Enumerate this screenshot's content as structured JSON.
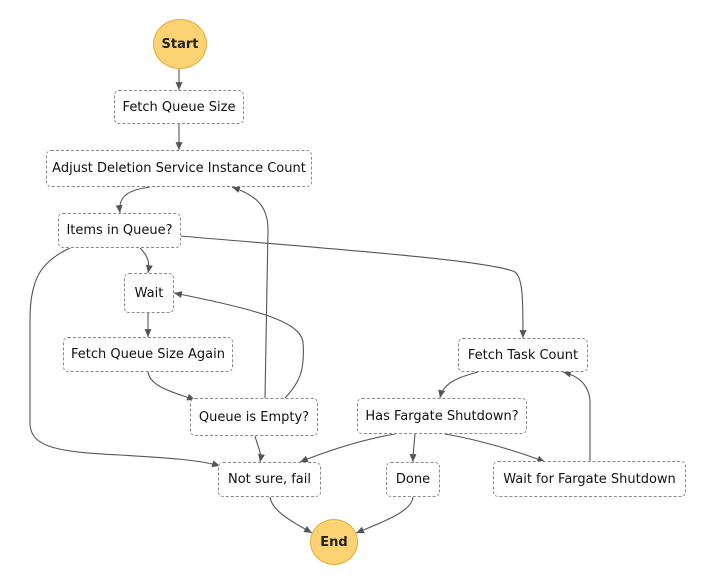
{
  "start_label": "Start",
  "end_label": "End",
  "states": {
    "fetch_queue_size": "Fetch Queue Size",
    "adjust_count": "Adjust Deletion Service Instance Count",
    "items_in_queue": "Items in Queue?",
    "wait": "Wait",
    "fetch_queue_size_again": "Fetch Queue Size Again",
    "queue_is_empty": "Queue is Empty?",
    "not_sure_fail": "Not sure, fail",
    "done": "Done",
    "fetch_task_count": "Fetch Task Count",
    "has_fargate_shutdown": "Has Fargate Shutdown?",
    "wait_for_fargate": "Wait for Fargate Shutdown"
  },
  "colors": {
    "terminal_fill": "#fcd373",
    "terminal_border": "#e4a93a",
    "edge": "#555555"
  }
}
